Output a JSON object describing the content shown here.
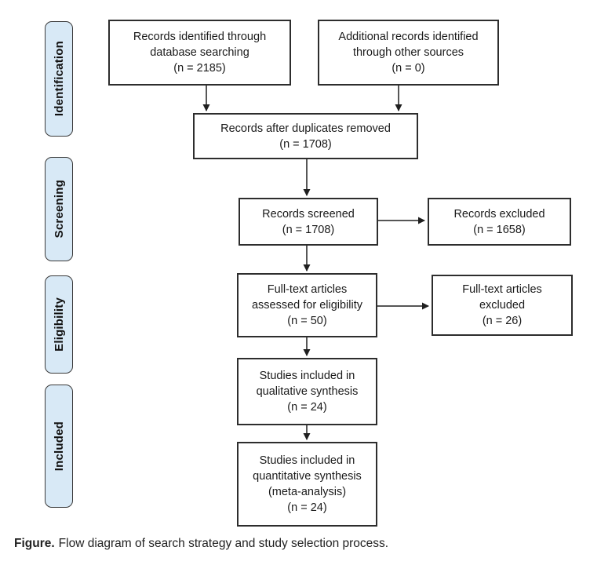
{
  "figure_type": "prisma-flow-diagram",
  "colors": {
    "background": "#ffffff",
    "stage_fill": "#d8e9f6",
    "stage_border": "#3a3a3a",
    "node_fill": "#ffffff",
    "node_border": "#2d2d2d",
    "arrow": "#1f1f1f",
    "text": "#1a1a1a"
  },
  "stages": [
    {
      "label": "Identification"
    },
    {
      "label": "Screening"
    },
    {
      "label": "Eligibility"
    },
    {
      "label": "Included"
    }
  ],
  "nodes": {
    "records_identified": {
      "lines": [
        "Records identified through",
        "database searching",
        "(n = 2185)"
      ]
    },
    "additional_records": {
      "lines": [
        "Additional records identified",
        "through other sources",
        "(n = 0)"
      ]
    },
    "after_duplicates": {
      "lines": [
        "Records after duplicates removed",
        "(n = 1708)"
      ]
    },
    "records_screened": {
      "lines": [
        "Records screened",
        "(n = 1708)"
      ]
    },
    "records_excluded": {
      "lines": [
        "Records excluded",
        "(n = 1658)"
      ]
    },
    "fulltext_assessed": {
      "lines": [
        "Full-text articles",
        "assessed for eligibility",
        "(n = 50)"
      ]
    },
    "fulltext_excluded": {
      "lines": [
        "Full-text articles",
        "excluded",
        "(n = 26)"
      ]
    },
    "qualitative": {
      "lines": [
        "Studies included in",
        "qualitative synthesis",
        "(n = 24)"
      ]
    },
    "quantitative": {
      "lines": [
        "Studies included in",
        "quantitative synthesis",
        "(meta-analysis)",
        "(n = 24)"
      ]
    }
  },
  "edges": [
    {
      "from": "records_identified",
      "to": "after_duplicates"
    },
    {
      "from": "additional_records",
      "to": "after_duplicates"
    },
    {
      "from": "after_duplicates",
      "to": "records_screened"
    },
    {
      "from": "records_screened",
      "to": "records_excluded"
    },
    {
      "from": "records_screened",
      "to": "fulltext_assessed"
    },
    {
      "from": "fulltext_assessed",
      "to": "fulltext_excluded"
    },
    {
      "from": "fulltext_assessed",
      "to": "qualitative"
    },
    {
      "from": "qualitative",
      "to": "quantitative"
    }
  ],
  "caption": {
    "label": "Figure.",
    "text": "Flow diagram of search strategy and study selection process."
  }
}
